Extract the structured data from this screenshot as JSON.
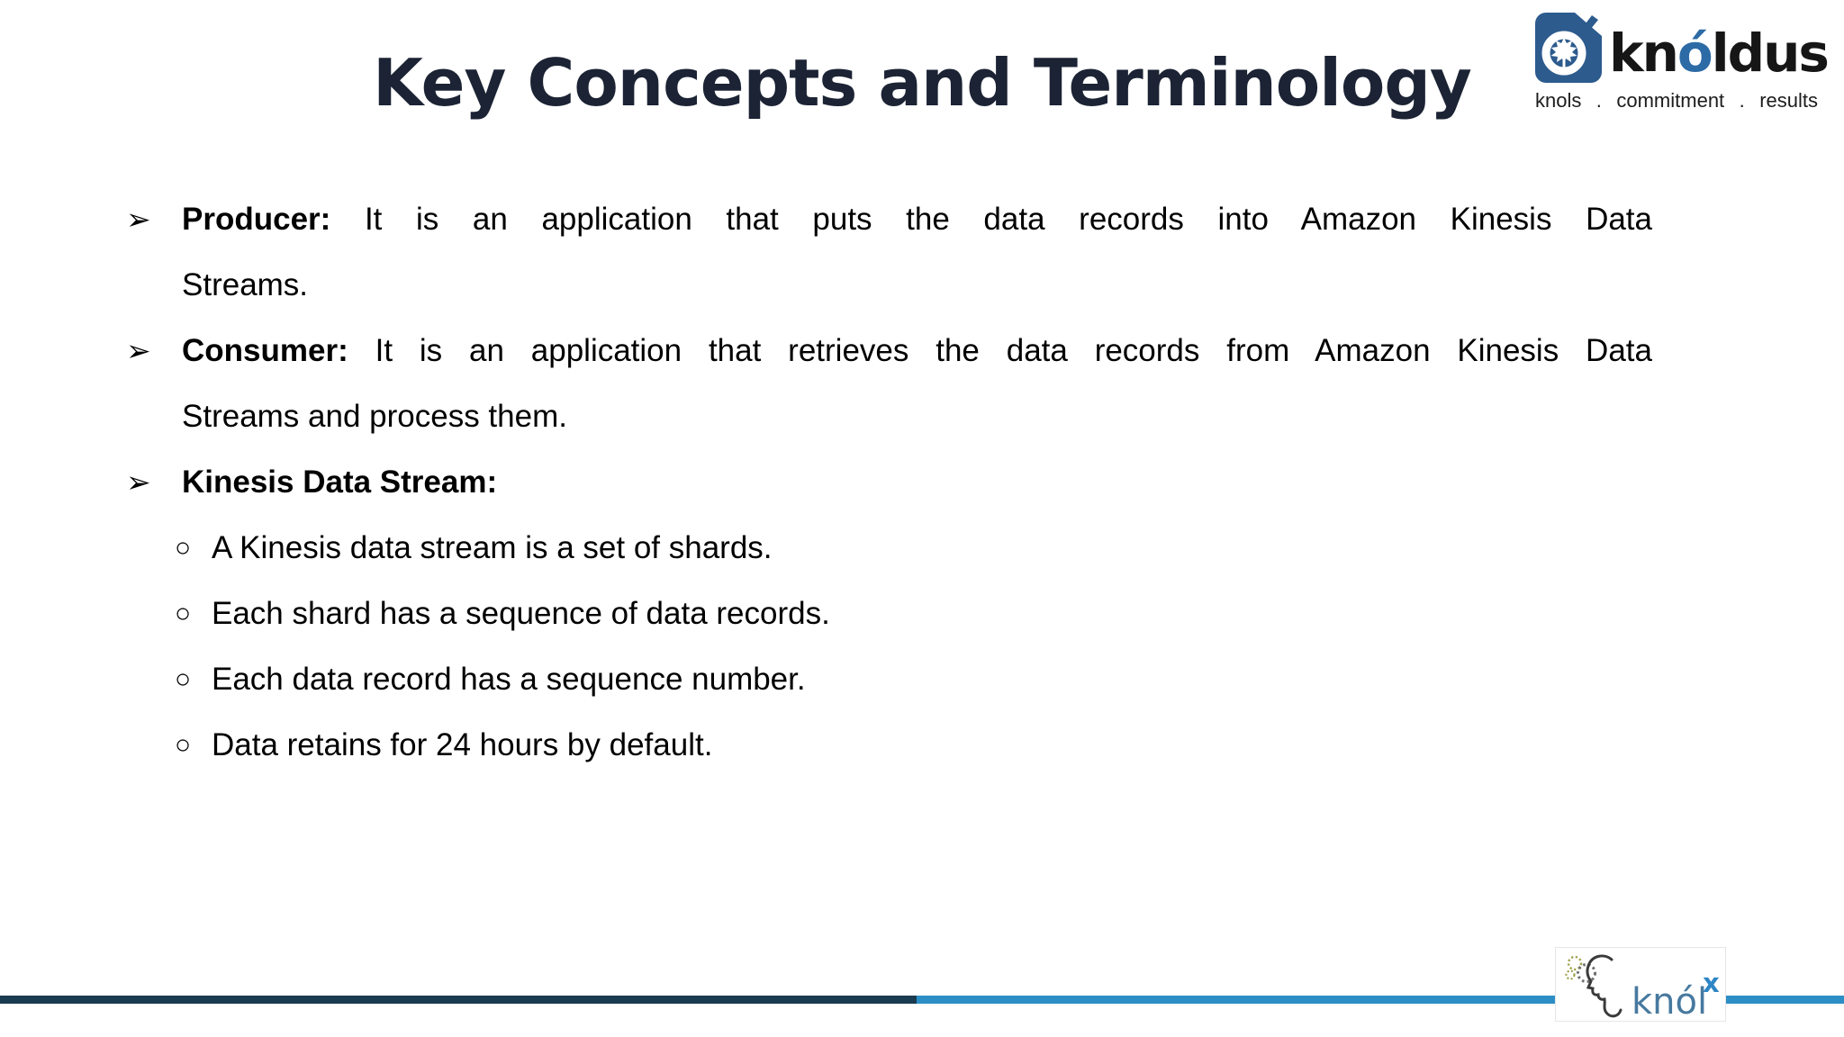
{
  "title": "Key Concepts and Terminology",
  "brand": {
    "name_pre": "kn",
    "name_accent": "ó",
    "name_post": "ldus",
    "tagline": "knols . commitment . results",
    "blue": "#2d5b8e"
  },
  "bullets": {
    "arrow_glyph": "➢",
    "circle_glyph": "○",
    "lines": [
      {
        "type": "arrow",
        "bold": "Producer:",
        "text": "It is an application that puts the data records into Amazon Kinesis Data",
        "justified": true
      },
      {
        "type": "continuation",
        "text": "Streams."
      },
      {
        "type": "arrow",
        "bold": "Consumer:",
        "text": "It is an application that retrieves the data records from Amazon Kinesis Data",
        "justified": true
      },
      {
        "type": "continuation",
        "text": "Streams and process them."
      },
      {
        "type": "arrow",
        "bold": "Kinesis Data Stream:",
        "text": ""
      },
      {
        "type": "circle",
        "text": "A Kinesis data stream is a set of shards."
      },
      {
        "type": "circle",
        "text": "Each shard has a sequence of data records."
      },
      {
        "type": "circle",
        "text": "Each data record has a sequence number."
      },
      {
        "type": "circle",
        "text": "Data retains for 24 hours by default."
      }
    ]
  },
  "footer": {
    "brand_text": "knól",
    "brand_sup": "x",
    "bar_dark_color": "#1a3b50",
    "bar_light_color": "#2d8ec5"
  },
  "colors": {
    "title": "#1b2334",
    "body_text": "#000000",
    "knolx_text": "#47799f",
    "knolx_x": "#2e86c5"
  }
}
